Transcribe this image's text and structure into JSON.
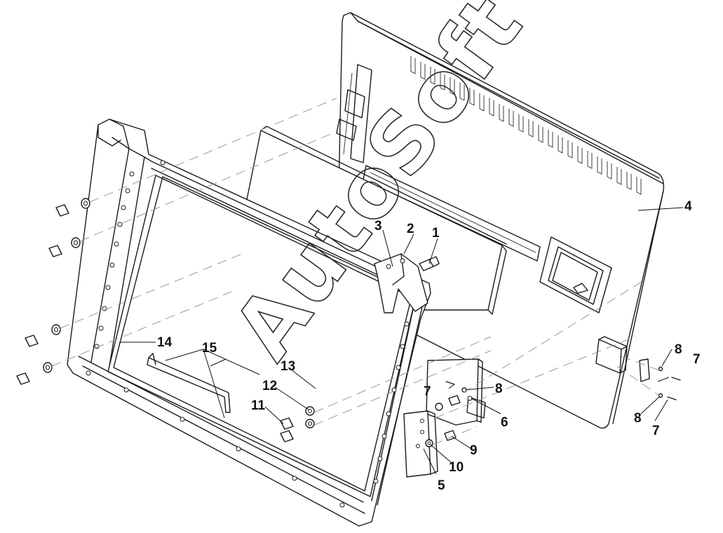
{
  "watermark": {
    "text": "AutoSoft"
  },
  "callouts": [
    {
      "id": "c1",
      "label": "1"
    },
    {
      "id": "c2",
      "label": "2"
    },
    {
      "id": "c3",
      "label": "3"
    },
    {
      "id": "c4",
      "label": "4"
    },
    {
      "id": "c5",
      "label": "5"
    },
    {
      "id": "c6",
      "label": "6"
    },
    {
      "id": "c7a",
      "label": "7"
    },
    {
      "id": "c7b",
      "label": "7"
    },
    {
      "id": "c7c",
      "label": "7"
    },
    {
      "id": "c8a",
      "label": "8"
    },
    {
      "id": "c8b",
      "label": "8"
    },
    {
      "id": "c8c",
      "label": "8"
    },
    {
      "id": "c9",
      "label": "9"
    },
    {
      "id": "c10",
      "label": "10"
    },
    {
      "id": "c11",
      "label": "11"
    },
    {
      "id": "c12",
      "label": "12"
    },
    {
      "id": "c13",
      "label": "13"
    },
    {
      "id": "c14",
      "label": "14"
    },
    {
      "id": "c15",
      "label": "15"
    }
  ],
  "colors": {
    "line": "#1a1a1a",
    "assembly_line": "#9a9a9a",
    "background": "#ffffff"
  }
}
